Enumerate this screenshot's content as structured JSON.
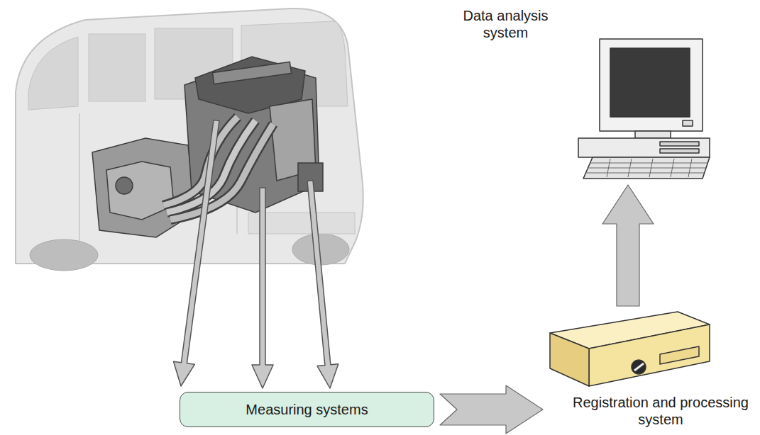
{
  "diagram": {
    "nodes": [
      {
        "text": [
          "Measuring systems"
        ]
      },
      {
        "text": [
          "Registration and processing system"
        ]
      },
      {
        "text": [
          "Data analysis system"
        ]
      }
    ],
    "edges": [
      {
        "from": 0,
        "to": 1,
        "arrow": "to"
      },
      {
        "from": 1,
        "to": 2,
        "arrow": "to"
      }
    ]
  }
}
